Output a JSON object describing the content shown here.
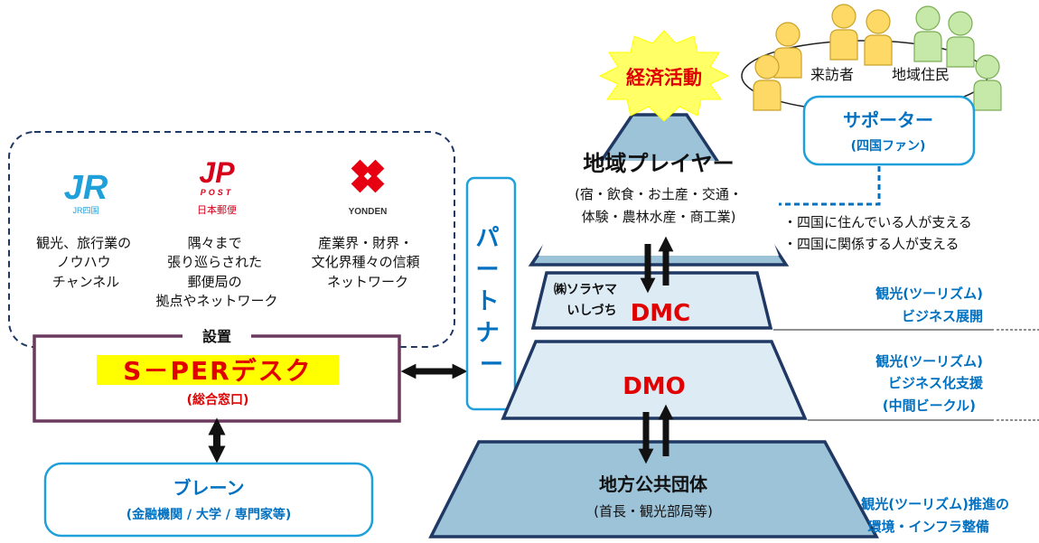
{
  "partners": {
    "jr": {
      "logo": "JR",
      "logo_sub": "JR四国",
      "desc": [
        "観光、旅行業の",
        "ノウハウ",
        "チャンネル"
      ]
    },
    "jp": {
      "logo": "JP",
      "logo_sub": "POST",
      "logo_sub2": "日本郵便",
      "desc": [
        "隅々まで",
        "張り巡らされた",
        "郵便局の",
        "拠点やネットワーク"
      ]
    },
    "yonden": {
      "logo_sub": "YONDEN",
      "desc": [
        "産業界・財界・",
        "文化界種々の信頼",
        "ネットワーク"
      ]
    }
  },
  "setti_label": "設置",
  "sper": {
    "title": "S－PERデスク",
    "sub": "(総合窓口)"
  },
  "brain": {
    "title": "ブレーン",
    "sub": "(金融機関 / 大学 / 専門家等)"
  },
  "partner_box": {
    "label": "パートナー"
  },
  "keizai": "経済活動",
  "visitors": {
    "label1": "来訪者",
    "label2": "地域住民"
  },
  "supporter": {
    "title": "サポーター",
    "sub": "(四国ファン)"
  },
  "support_notes": [
    "・四国に住んでいる人が支える",
    "・四国に関係する人が支える"
  ],
  "pyramid": {
    "top_title": "地域プレイヤー",
    "top_sub": [
      "(宿・飲食・お土産・交通・",
      "体験・農林水産・商工業)"
    ],
    "dmc_company": [
      "㈱ソラヤマ",
      "いしづち"
    ],
    "dmc": "DMC",
    "dmo": "DMO",
    "base_title": "地方公共団体",
    "base_sub": "(首長・観光部局等)"
  },
  "right_labels": {
    "dmc": [
      "観光(ツーリズム)",
      "ビジネス展開"
    ],
    "dmo": [
      "観光(ツーリズム)",
      "ビジネス化支援",
      "(中間ビークル)"
    ],
    "base": [
      "観光(ツーリズム)推進の",
      "環境・インフラ整備"
    ]
  },
  "colors": {
    "blue": "#0070C0",
    "red": "#E00000",
    "navy": "#1F3864",
    "purple": "#6B3A5E",
    "yellow": "#FFFF00"
  }
}
